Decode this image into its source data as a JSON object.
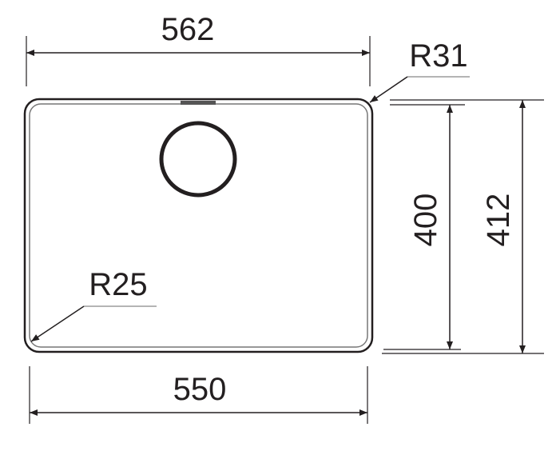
{
  "diagram": {
    "overall_width": "562",
    "bowl_width": "550",
    "bowl_depth": "400",
    "overall_depth": "412",
    "outer_radius": "R31",
    "inner_radius": "R25",
    "line_color": "#231f20"
  }
}
